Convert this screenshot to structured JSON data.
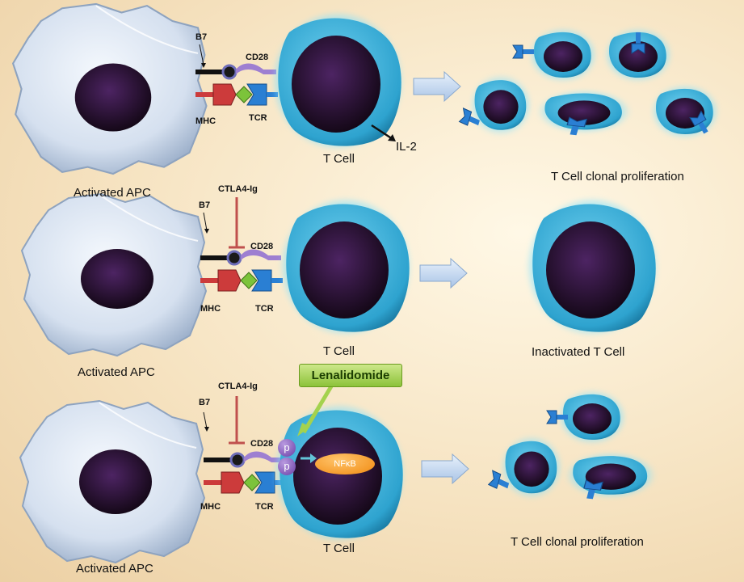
{
  "panels": [
    {
      "apc_label": "Activated APC",
      "tcell_label": "T Cell",
      "b7": "B7",
      "cd28": "CD28",
      "mhc": "MHC",
      "tcr": "TCR",
      "il2": "IL-2",
      "outcome": "T Cell clonal proliferation"
    },
    {
      "apc_label": "Activated APC",
      "tcell_label": "T Cell",
      "b7": "B7",
      "cd28": "CD28",
      "mhc": "MHC",
      "tcr": "TCR",
      "inhibitor": "CTLA4-Ig",
      "outcome": "Inactivated T Cell"
    },
    {
      "apc_label": "Activated APC",
      "tcell_label": "T Cell",
      "b7": "B7",
      "cd28": "CD28",
      "mhc": "MHC",
      "tcr": "TCR",
      "inhibitor": "CTLA4-Ig",
      "drug": "Lenalidomide",
      "phospho": [
        "p",
        "p"
      ],
      "nfkb": "NFκB",
      "outcome": "T Cell clonal proliferation"
    }
  ],
  "colors": {
    "apc": "#dfe8f4",
    "tcell": "#3aaed6",
    "nucleus": "#2b1238",
    "mhc": "#cc3b3b",
    "tcr": "#2a7fd3",
    "antigen": "#7cc33a",
    "cd28": "#9e7fd1",
    "inhibitor": "#c0504d",
    "arrow": "#c9dcf2"
  }
}
